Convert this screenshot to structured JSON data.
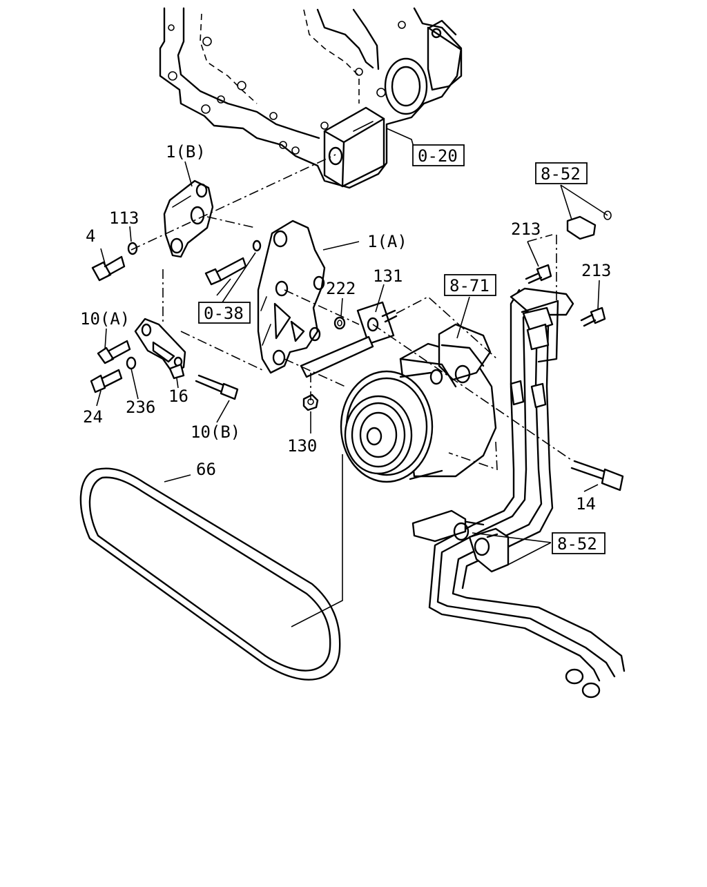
{
  "diagram": {
    "labels": {
      "ref_0_20": "0-20",
      "ref_0_38": "0-38",
      "ref_8_52_top": "8-52",
      "ref_8_71": "8-71",
      "ref_8_52_bottom": "8-52",
      "p1b": "1(B)",
      "p113": "113",
      "p4": "4",
      "p1a": "1(A)",
      "p213a": "213",
      "p213b": "213",
      "p222": "222",
      "p131": "131",
      "p10a": "10(A)",
      "p24": "24",
      "p236": "236",
      "p16": "16",
      "p10b": "10(B)",
      "p130": "130",
      "p66": "66",
      "p14": "14"
    }
  }
}
